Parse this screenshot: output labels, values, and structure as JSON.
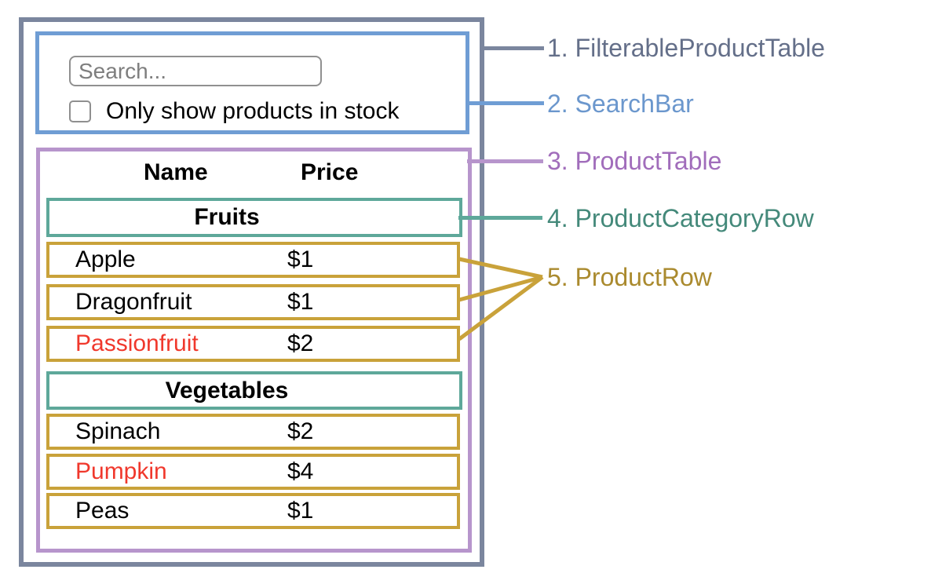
{
  "search": {
    "placeholder": "Search...",
    "checkbox_label": "Only show products in stock",
    "checkbox_checked": false
  },
  "table": {
    "name_header": "Name",
    "price_header": "Price",
    "sections": [
      {
        "category": "Fruits",
        "rows": [
          {
            "name": "Apple",
            "price": "$1",
            "out_of_stock": false
          },
          {
            "name": "Dragonfruit",
            "price": "$1",
            "out_of_stock": false
          },
          {
            "name": "Passionfruit",
            "price": "$2",
            "out_of_stock": true
          }
        ]
      },
      {
        "category": "Vegetables",
        "rows": [
          {
            "name": "Spinach",
            "price": "$2",
            "out_of_stock": false
          },
          {
            "name": "Pumpkin",
            "price": "$4",
            "out_of_stock": true
          },
          {
            "name": "Peas",
            "price": "$1",
            "out_of_stock": false
          }
        ]
      }
    ]
  },
  "labels": [
    {
      "text": "1. FilterableProductTable",
      "color": "#646f89"
    },
    {
      "text": "2. SearchBar",
      "color": "#6b97cd"
    },
    {
      "text": "3. ProductTable",
      "color": "#a16dbb"
    },
    {
      "text": "4. ProductCategoryRow",
      "color": "#44897a"
    },
    {
      "text": "5. ProductRow",
      "color": "#aa8a2e"
    }
  ],
  "colors": {
    "filterable_product_table_border": "#7b869e",
    "search_bar_border": "#6f9dd4",
    "product_table_border": "#b795cc",
    "category_row_border": "#5ea89a",
    "product_row_border": "#c9a23a",
    "out_of_stock_text": "#f0382c"
  }
}
